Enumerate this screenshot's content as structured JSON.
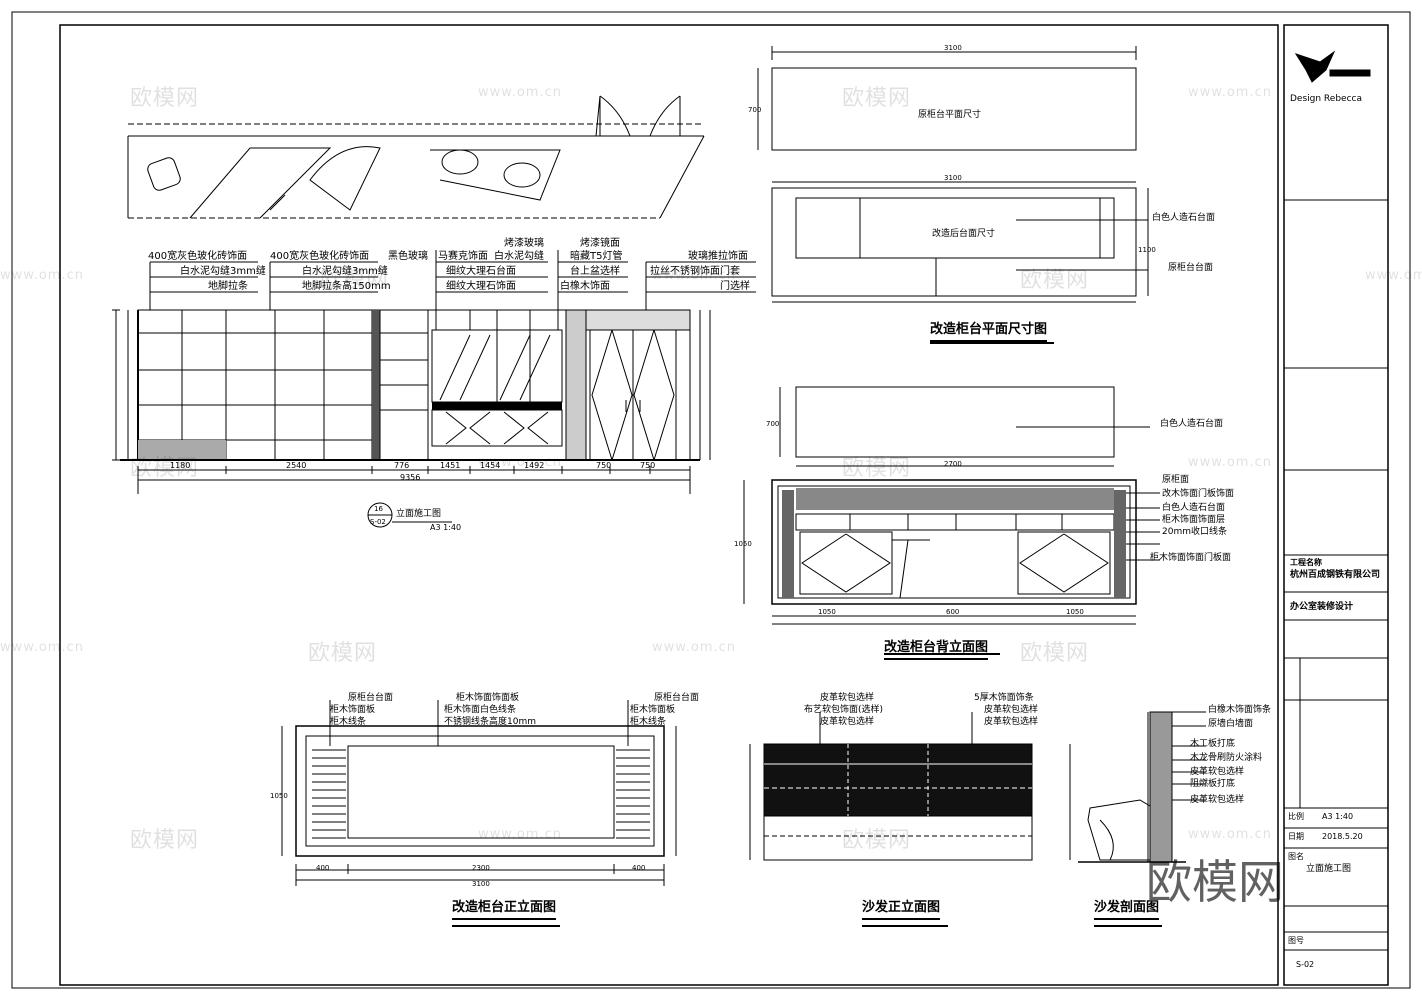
{
  "watermarks": {
    "brand": "欧模网",
    "url": "www.om.cn",
    "big": "欧模网"
  },
  "titles": {
    "elevation_main": "立面施工图",
    "elevation_main_scale": "A3 1:40",
    "elevation_main_ref": "16",
    "elevation_main_sheet": "S-02",
    "counter_plan": "改造柜台平面尺寸图",
    "counter_back": "改造柜台背立面图",
    "counter_front": "改造柜台正立面图",
    "sofa_front": "沙发正立面图",
    "sofa_section": "沙发剖面图",
    "original_counter": "原柜台平面尺寸"
  },
  "elevation_labels": [
    "400宽灰色玻化砖饰面",
    "白水泥勾缝3mm缝",
    "地脚拉条",
    "400宽灰色玻化砖饰面",
    "白水泥勾缝3mm缝",
    "地脚拉条高150mm",
    "黑色玻璃",
    "马赛克饰面",
    "白水泥勾缝",
    "烤漆玻璃",
    "烤漆镜面",
    "细纹大理石台面",
    "细纹大理石饰面",
    "烤漆镜面",
    "暗藏T5灯管",
    "台上盆选样",
    "白橡木饰面",
    "玻璃推拉饰面",
    "拉丝不锈钢饰面门套",
    "门选样"
  ],
  "plan_labels": {
    "counter_top": "改造后台面尺寸",
    "stone_top": "白色人造石台面",
    "original_top": "原柜台台面"
  },
  "back_labels": [
    "原柜面",
    "改木饰面门板饰面",
    "白色人造石台面",
    "柜木饰面饰面层",
    "20mm收口线条",
    "柜木饰面饰面门板面"
  ],
  "front_labels_left": [
    "原柜台台面",
    "柜木饰面板",
    "柜木线条"
  ],
  "front_labels_mid": [
    "柜木饰面饰面板",
    "柜木饰面白色线条",
    "不锈钢线条高度10mm"
  ],
  "front_labels_right": [
    "原柜台台面",
    "柜木饰面板",
    "柜木线条"
  ],
  "sofa_labels_left": [
    "皮革软包选样",
    "布艺软包饰面(选样)",
    "皮革软包选样"
  ],
  "sofa_labels_right": [
    "5厚木饰面饰条",
    "皮革软包选样",
    "皮革软包选样"
  ],
  "section_labels": [
    "白橡木饰面饰条",
    "原墙白墙面",
    "木工板打底",
    "木龙骨刷防火涂料",
    "皮革软包选样",
    "阻燃板打底",
    "皮革软包选样"
  ],
  "dims": {
    "main_total": "9356",
    "main_segs": [
      "1180",
      "2540",
      "776",
      "1451",
      "1454",
      "1492",
      "750",
      "750"
    ],
    "plan_top_w": "3100",
    "plan_top_h": "700",
    "plan_mid_w": "3100",
    "plan_mid_h": "1100",
    "plan_lower_w": "2700",
    "plan_lower_h": "700",
    "back_segs": [
      "1050",
      "600",
      "1050"
    ],
    "back_h": "1050",
    "front_segs": [
      "400",
      "2300",
      "400"
    ],
    "front_total": "3100",
    "front_h": "1050"
  },
  "title_block": {
    "company_name": "Design Rebecca",
    "client_label": "工程名称",
    "client": "杭州百成钢铁有限公司",
    "project": "办公室装修设计",
    "scale_label": "比例",
    "scale": "A3 1:40",
    "date_label": "日期",
    "date": "2018.5.20",
    "drawing_label": "图名",
    "drawing": "立面施工图",
    "sheet_label": "图号",
    "sheet": "S-02"
  }
}
